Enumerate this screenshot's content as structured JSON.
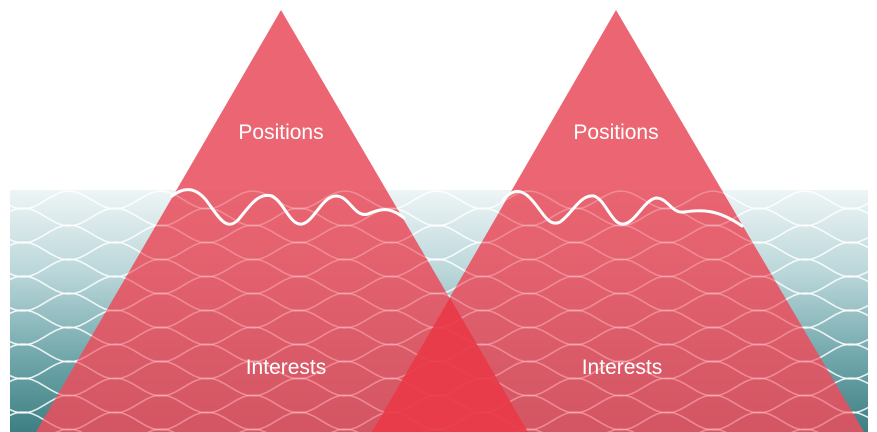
{
  "diagram": {
    "triangles": [
      {
        "top_label": "Positions",
        "bottom_label": "Interests"
      },
      {
        "top_label": "Positions",
        "bottom_label": "Interests"
      }
    ]
  },
  "colors": {
    "triangle": "#e8505e",
    "overlap": "#e83a48",
    "water_light": "#e9f2f3",
    "water_dark": "#3d7f83",
    "waterline": "#ffffff"
  }
}
